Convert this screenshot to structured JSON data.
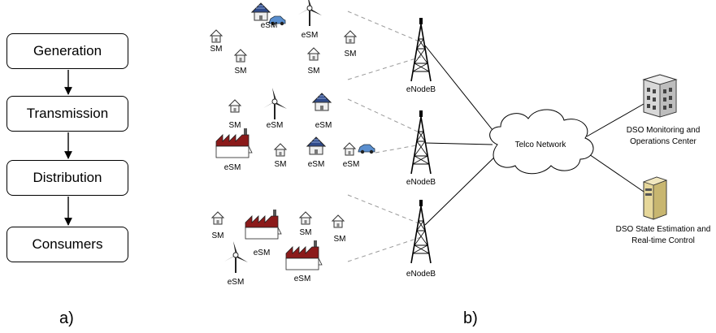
{
  "flow": {
    "boxes": [
      "Generation",
      "Transmission",
      "Distribution",
      "Consumers"
    ],
    "label": "a)"
  },
  "network": {
    "label": "b)",
    "sm_label": "SM",
    "esm_label": "eSM",
    "tower_label": "eNodeB",
    "cloud_label": "Telco Network",
    "dso_monitoring": [
      "DSO Monitoring and",
      "Operations Center"
    ],
    "dso_state": [
      "DSO State Estimation and",
      "Real-time Control"
    ]
  },
  "colors": {
    "line": "#000000",
    "dashed": "#9a9a9a",
    "factory_roof": "#8b1a1a",
    "solar_panel": "#2f4a8a",
    "car": "#5a8fcf"
  }
}
